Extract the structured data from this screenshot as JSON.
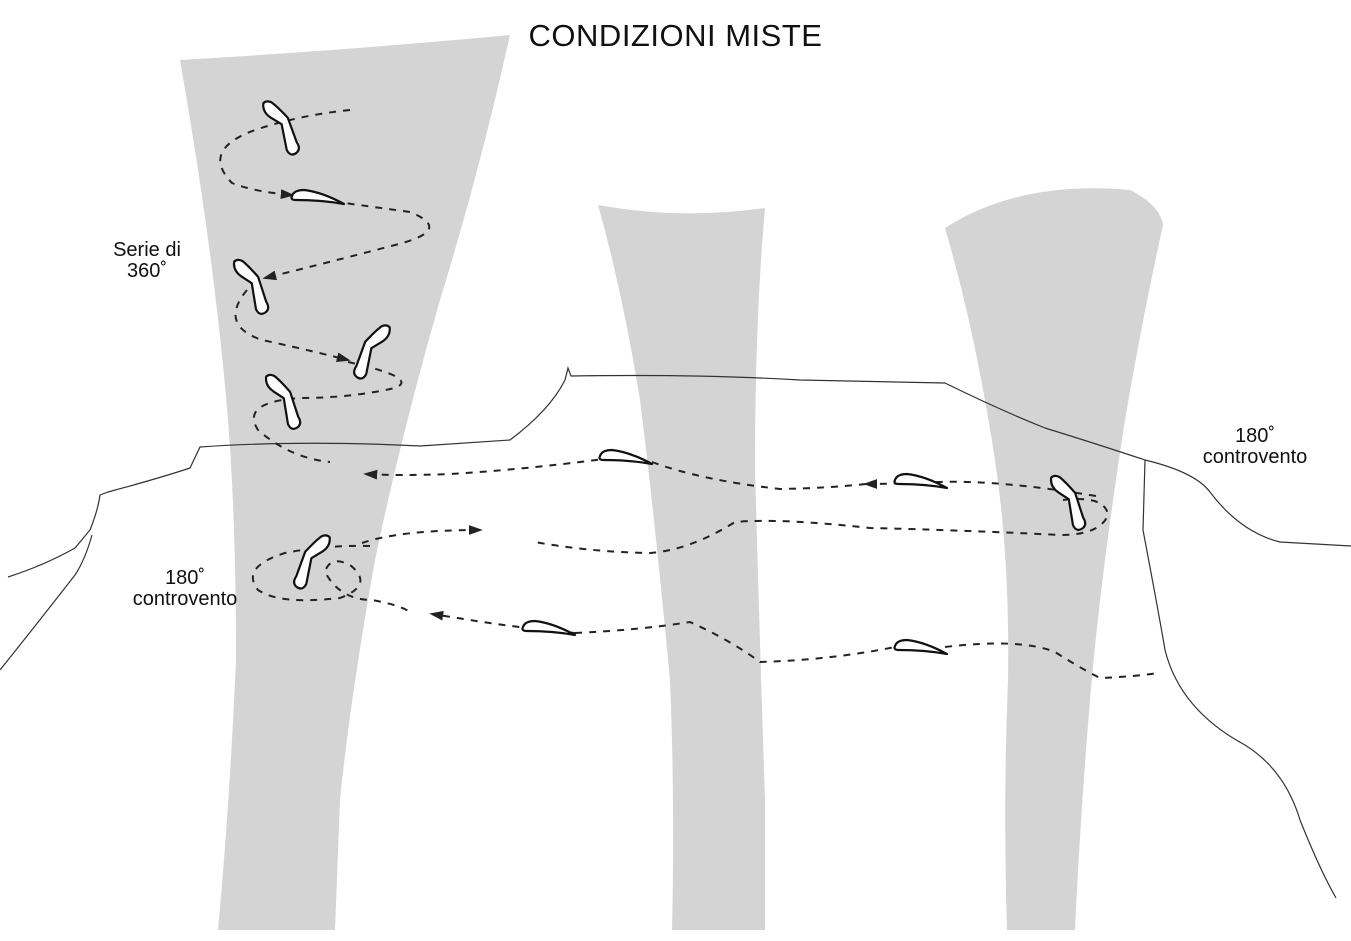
{
  "title": "CONDIZIONI MISTE",
  "labels": {
    "series_360_line1": "Serie  di",
    "series_360_line2": "360˚",
    "left_180_line1": "180˚",
    "left_180_line2": "controvento",
    "right_180_line1": "180˚",
    "right_180_line2": "controvento"
  },
  "colors": {
    "thermal_fill": "#d4d4d4",
    "line": "#222222",
    "background": "#ffffff"
  },
  "icons": [
    "glider-top-view-icon",
    "glider-side-view-icon",
    "arrowhead-icon"
  ]
}
